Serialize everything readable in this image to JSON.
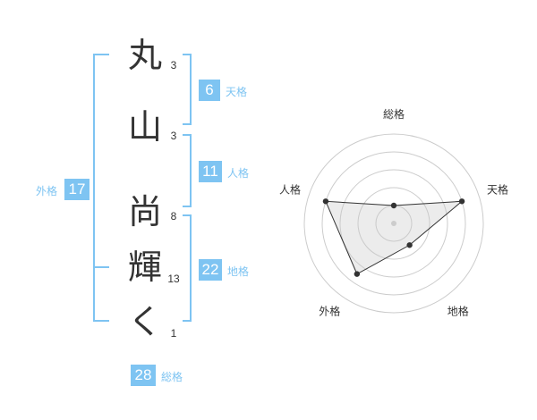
{
  "characters": [
    {
      "char": "丸",
      "strokes": "3"
    },
    {
      "char": "山",
      "strokes": "3"
    },
    {
      "char": "尚",
      "strokes": "8"
    },
    {
      "char": "輝",
      "strokes": "13"
    },
    {
      "char": "く",
      "strokes": "1"
    }
  ],
  "fortunes": {
    "tenkaku": {
      "value": "6",
      "label": "天格"
    },
    "jinkaku": {
      "value": "11",
      "label": "人格"
    },
    "chikaku": {
      "value": "22",
      "label": "地格"
    },
    "gaikaku": {
      "value": "17",
      "label": "外格"
    },
    "soukaku": {
      "value": "28",
      "label": "総格"
    }
  },
  "colors": {
    "accent": "#7ec4f2",
    "text": "#333333",
    "grid": "#cccccc",
    "fill": "#eeeeee"
  },
  "chart_data": {
    "type": "radar",
    "axes": [
      "総格",
      "天格",
      "地格",
      "外格",
      "人格"
    ],
    "values": [
      1,
      4,
      1.5,
      3.5,
      4
    ],
    "max": 5,
    "rings": 5
  }
}
